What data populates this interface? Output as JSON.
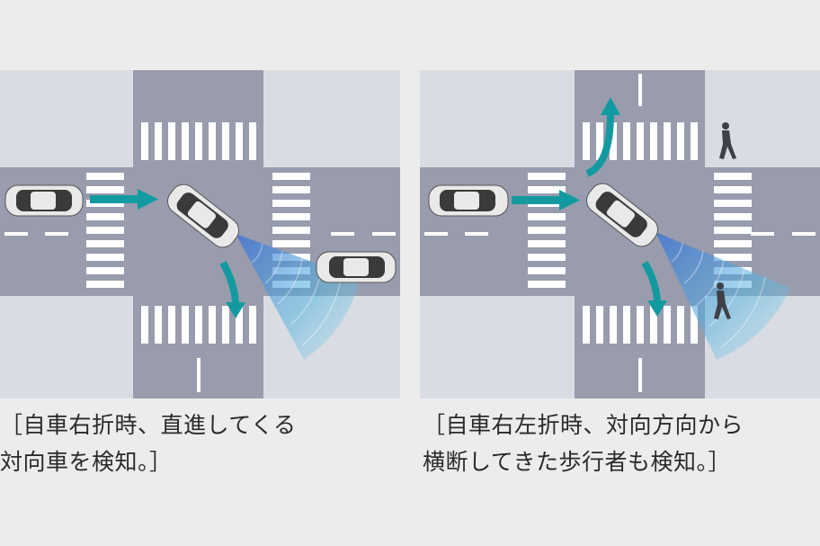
{
  "left_panel": {
    "caption_lines": [
      "［自車右折時、直進してくる",
      "対向車を検知。］"
    ]
  },
  "right_panel": {
    "caption_lines": [
      "［自車右左折時、対向方向から",
      "横断してきた歩行者も検知。］"
    ]
  },
  "colors": {
    "background": "#ececec",
    "sidewalk": "#d9dce3",
    "road": "#989cad",
    "crosswalk": "#ffffff",
    "arrow": "#139aa0",
    "sensor": "#4aa9d8",
    "car_body": "#e9e9e9",
    "car_glass": "#3a3a3a"
  },
  "icons": [
    "car-icon",
    "pedestrian-icon",
    "arrow-icon",
    "radar-icon"
  ]
}
